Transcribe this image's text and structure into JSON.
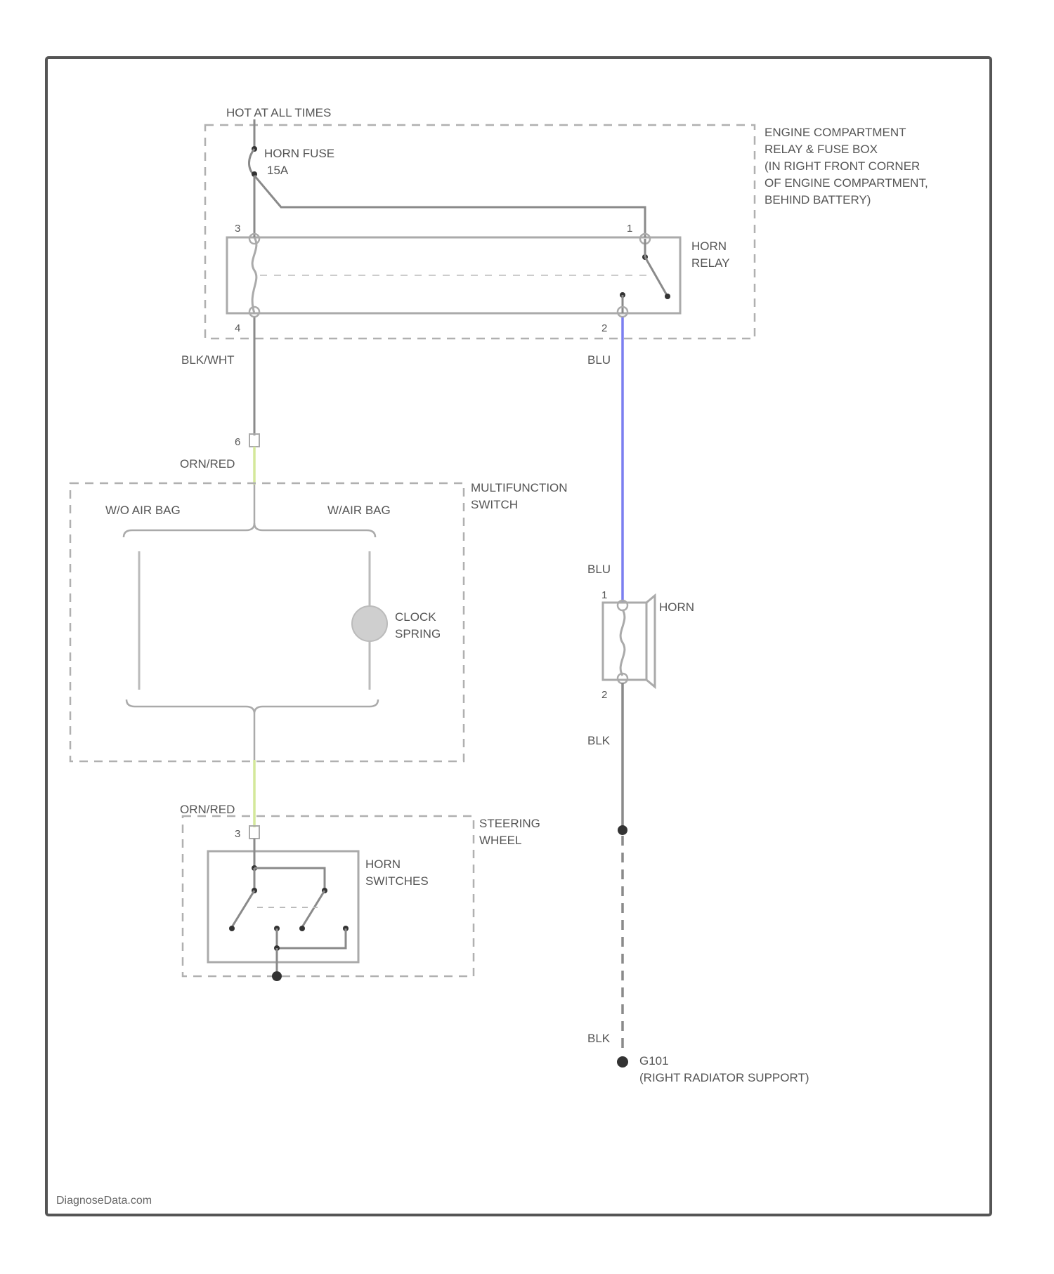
{
  "labels": {
    "hot": "HOT AT ALL TIMES",
    "fuse1": "HORN FUSE",
    "fuse2": "15A",
    "box1": "ENGINE COMPARTMENT",
    "box2": "RELAY & FUSE BOX",
    "box3": "(IN RIGHT FRONT CORNER",
    "box4": "OF ENGINE COMPARTMENT,",
    "box5": "BEHIND BATTERY)",
    "relay1": "HORN",
    "relay2": "RELAY",
    "pin_r3": "3",
    "pin_r1": "1",
    "pin_r4": "4",
    "pin_r2": "2",
    "wire_blkwht": "BLK/WHT",
    "wire_blu_top": "BLU",
    "pin_c": "6",
    "wire_orn1": "ORN/RED",
    "mfs1": "MULTIFUNCTION",
    "mfs2": "SWITCH",
    "wo_airbag": "W/O AIR BAG",
    "w_airbag": "W/AIR BAG",
    "clock1": "CLOCK",
    "clock2": "SPRING",
    "wire_blu_mid": "BLU",
    "pin_h1": "1",
    "horn": "HORN",
    "pin_h2": "2",
    "wire_blk1": "BLK",
    "wire_orn2": "ORN/RED",
    "sw1": "STEERING",
    "sw2": "WHEEL",
    "pin_s": "3",
    "hs1": "HORN",
    "hs2": "SWITCHES",
    "wire_blk2": "BLK",
    "gnd1": "G101",
    "gnd2": "(RIGHT RADIATOR SUPPORT)",
    "watermark": "DiagnoseData.com"
  },
  "colors": {
    "frame": "#555555",
    "wire": "#8a8a8a",
    "blu_wire": "#7b7ff0",
    "orn_wire": "#d4e89a",
    "dash": "#b0b0b0",
    "dot": "#333333"
  }
}
